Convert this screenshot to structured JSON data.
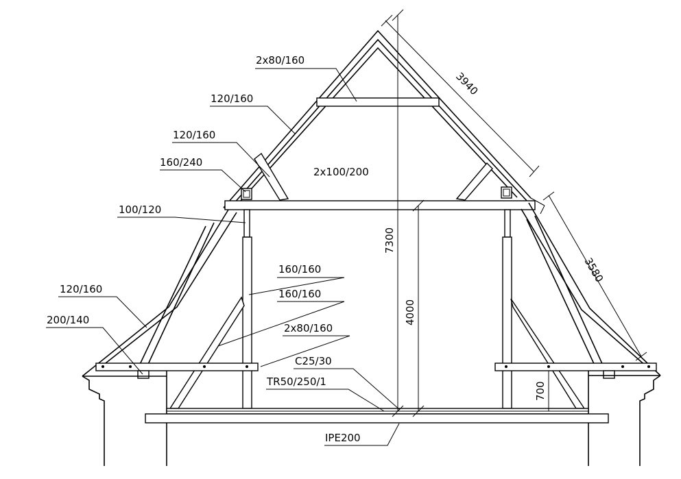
{
  "labels": {
    "collar_beam": "2x80/160",
    "rafter": "120/160",
    "strut_upper": "120/160",
    "purlin": "160/240",
    "tie_beam_upper": "2x100/200",
    "post_top": "100/120",
    "post": "160/160",
    "brace": "160/160",
    "lower_rafter": "120/160",
    "wall_plate": "200/140",
    "tie_beam_lower": "2x80/160",
    "concrete": "C25/30",
    "profile": "TR50/250/1",
    "steel_beam": "IPE200"
  },
  "dimensions": {
    "upper_rafter_length": "3940",
    "lower_rafter_length": "3580",
    "total_height": "7300",
    "mid_height": "4000",
    "knee_height": "700"
  }
}
